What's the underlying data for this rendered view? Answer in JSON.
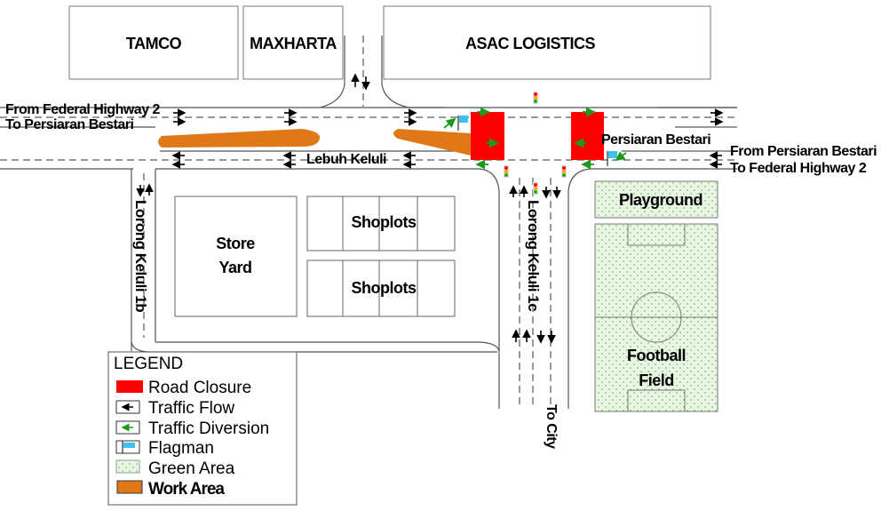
{
  "buildings": [
    "TAMCO",
    "MAXHARTA",
    "ASAC LOGISTICS"
  ],
  "roads": {
    "from_fh2": "From Federal Highway 2",
    "to_pb": "To Persiaran Bestari",
    "lebuh_keluli": "Lebuh Keluli",
    "persiaran_bestari": "Persiaran Bestari",
    "from_pb": "From Persiaran Bestari",
    "to_fh2": "To Federal Highway 2",
    "lorong_1b": "Lorong Keluli 1b",
    "lorong_1c": "Lorong Keluli 1c",
    "to_city": "To City"
  },
  "areas": {
    "store_yard_1": "Store",
    "store_yard_2": "Yard",
    "shoplots_a": "Shoplots",
    "shoplots_b": "Shoplots",
    "playground": "Playground",
    "football_1": "Football",
    "football_2": "Field"
  },
  "legend": {
    "title": "LEGEND",
    "items": [
      "Road Closure",
      "Traffic Flow",
      "Traffic Diversion",
      "Flagman",
      "Green Area",
      "Work Area"
    ]
  },
  "colors": {
    "closure": "#ff0000",
    "work": "#e07818",
    "diversion": "#1a9a1a",
    "flag": "#40c0f0",
    "green": "#e6f5e0"
  }
}
